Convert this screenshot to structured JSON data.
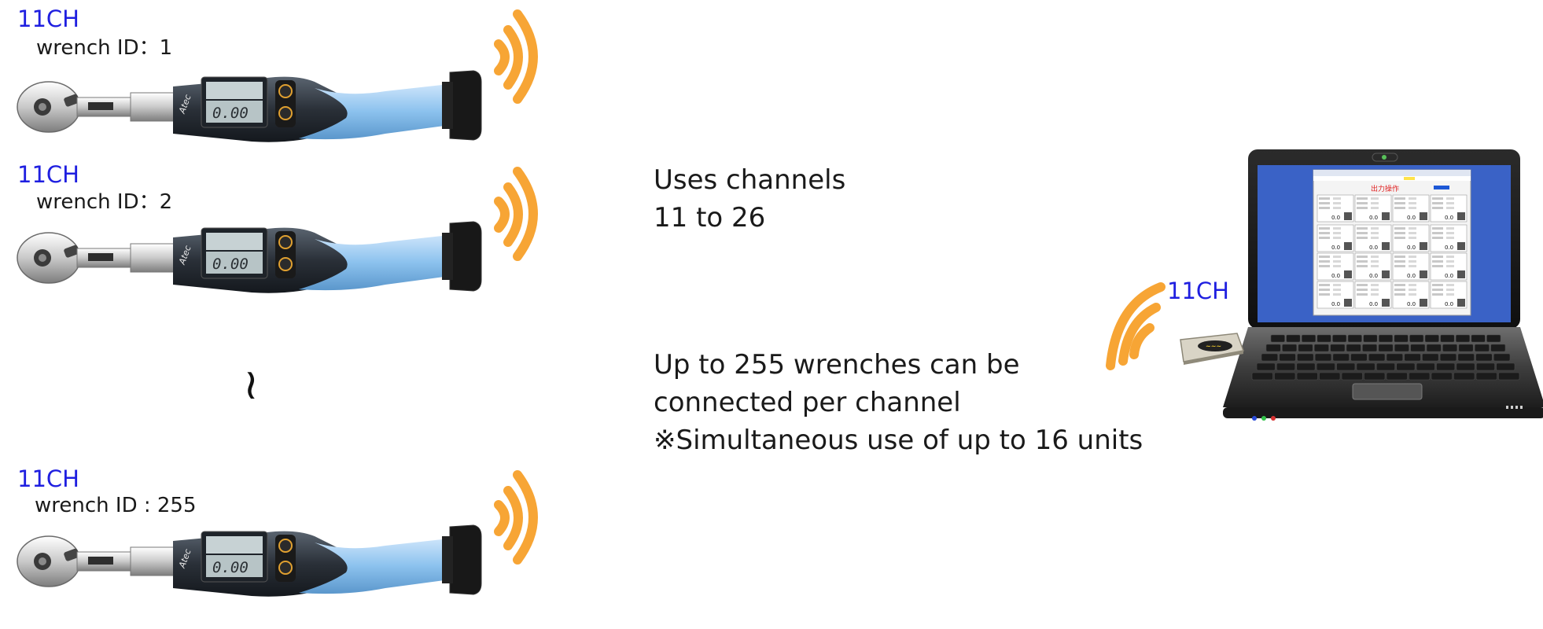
{
  "wrenches": [
    {
      "channel": "11CH",
      "id_label": "wrench ID：1",
      "display": "0.00"
    },
    {
      "channel": "11CH",
      "id_label": "wrench ID：2",
      "display": "0.00"
    },
    {
      "channel": "11CH",
      "id_label": "wrench ID : 255",
      "display": "0.00"
    }
  ],
  "brand": "Atec",
  "separator_glyph": "≀",
  "description": {
    "channels_line1": "Uses channels",
    "channels_line2": "11 to 26",
    "capacity_line1": "Up to 255 wrenches can be",
    "capacity_line2": "connected per channel",
    "capacity_line3": "※Simultaneous use of up to 16 units"
  },
  "receiver": {
    "channel": "11CH"
  },
  "laptop_screen": {
    "heading": "出力操作",
    "cell_value": "0.0"
  },
  "colors": {
    "channel_text": "#1f1fe0",
    "signal_waves": "#f7a535",
    "screen_blue": "#3a62c6"
  }
}
